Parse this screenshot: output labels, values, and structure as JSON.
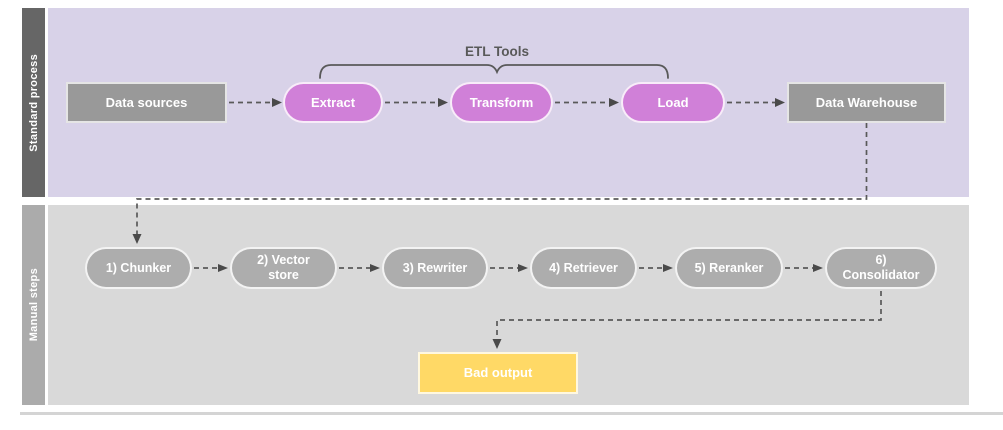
{
  "lanes": {
    "standard": {
      "label": "Standard process"
    },
    "manual": {
      "label": "Manual steps"
    }
  },
  "standard": {
    "bracket_label": "ETL Tools",
    "nodes": [
      {
        "label": "Data sources"
      },
      {
        "label": "Extract"
      },
      {
        "label": "Transform"
      },
      {
        "label": "Load"
      },
      {
        "label": "Data Warehouse"
      }
    ]
  },
  "manual": {
    "nodes": [
      {
        "label": "1) Chunker"
      },
      {
        "label": "2) Vector store"
      },
      {
        "label": "3) Rewriter"
      },
      {
        "label": "4) Retriever"
      },
      {
        "label": "5) Reranker"
      },
      {
        "label": "6) Consolidator"
      }
    ],
    "output": {
      "label": "Bad output"
    }
  },
  "colors": {
    "lane_standard_bg": "#D8D2E8",
    "lane_standard_label_bg": "#666666",
    "lane_manual_bg": "#D9D9D9",
    "lane_manual_label_bg": "#ABABAB",
    "etl_node": "#D080D8",
    "gray_box": "#999999",
    "manual_node": "#ADADAD",
    "bad_output": "#FFD966",
    "connector": "#595959"
  }
}
